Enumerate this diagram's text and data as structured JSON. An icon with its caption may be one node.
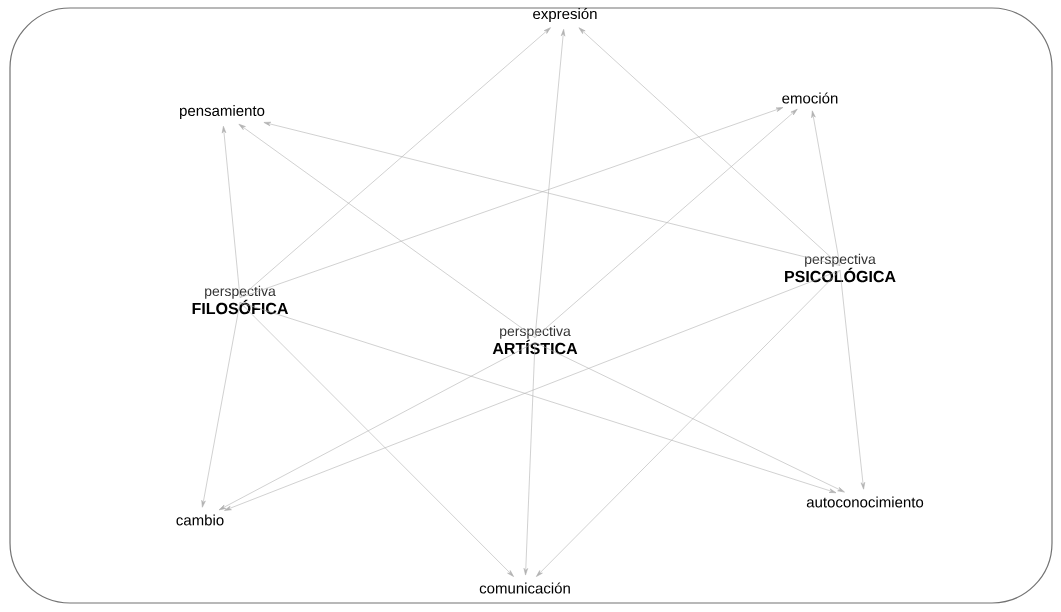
{
  "diagram": {
    "nodes": [
      {
        "text": [
          "expresión"
        ]
      },
      {
        "text": [
          "pensamiento"
        ]
      },
      {
        "text": [
          "emoción"
        ]
      },
      {
        "text": [
          "perspectiva",
          "PSICOLÓGICA"
        ]
      },
      {
        "text": [
          "perspectiva",
          "FILOSÓFICA"
        ]
      },
      {
        "text": [
          "perspectiva",
          "ARTÍSTICA"
        ]
      },
      {
        "text": [
          "autoconocimiento"
        ]
      },
      {
        "text": [
          "cambio"
        ]
      },
      {
        "text": [
          "comunicación"
        ]
      }
    ],
    "edges": [
      {
        "from": 4,
        "to": 1,
        "arrow": "to"
      },
      {
        "from": 4,
        "to": 0,
        "arrow": "to"
      },
      {
        "from": 4,
        "to": 2,
        "arrow": "to"
      },
      {
        "from": 4,
        "to": 7,
        "arrow": "to"
      },
      {
        "from": 4,
        "to": 6,
        "arrow": "to"
      },
      {
        "from": 4,
        "to": 8,
        "arrow": "to"
      },
      {
        "from": 5,
        "to": 1,
        "arrow": "to"
      },
      {
        "from": 5,
        "to": 0,
        "arrow": "to"
      },
      {
        "from": 5,
        "to": 2,
        "arrow": "to"
      },
      {
        "from": 5,
        "to": 7,
        "arrow": "to"
      },
      {
        "from": 5,
        "to": 6,
        "arrow": "to"
      },
      {
        "from": 5,
        "to": 8,
        "arrow": "to"
      },
      {
        "from": 3,
        "to": 1,
        "arrow": "to"
      },
      {
        "from": 3,
        "to": 0,
        "arrow": "to"
      },
      {
        "from": 3,
        "to": 2,
        "arrow": "to"
      },
      {
        "from": 3,
        "to": 7,
        "arrow": "to"
      },
      {
        "from": 3,
        "to": 8,
        "arrow": "to"
      },
      {
        "from": 3,
        "to": 6,
        "arrow": "to"
      }
    ]
  }
}
